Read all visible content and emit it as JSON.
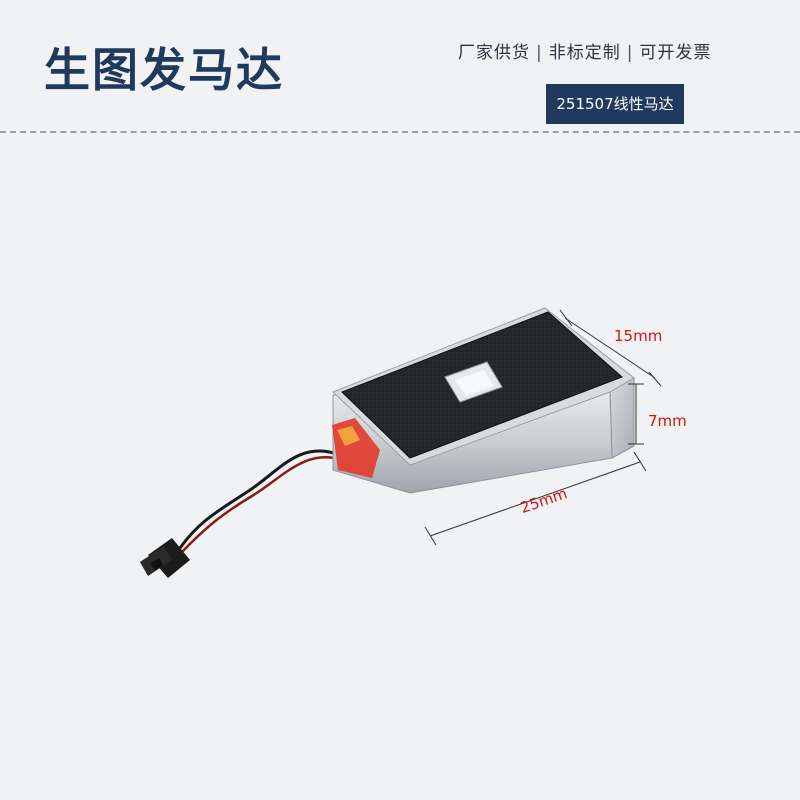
{
  "header": {
    "brand": "生图发马达",
    "tagline": {
      "items": [
        "厂家供货",
        "非标定制",
        "可开发票"
      ],
      "separator": "|"
    },
    "model_badge": "251507线性马达"
  },
  "dimensions": {
    "depth": "15mm",
    "height": "7mm",
    "length": "25mm"
  },
  "colors": {
    "brand": "#1f3a5c",
    "dimension_text": "#d41414",
    "background": "#f1f2f4"
  }
}
